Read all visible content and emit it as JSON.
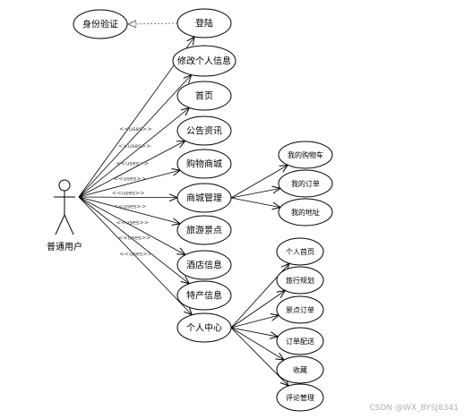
{
  "actor": {
    "label": "普通用户"
  },
  "identity": {
    "label": "身份验证"
  },
  "stereotype": "<<uses>>",
  "main_use_cases": [
    {
      "id": "login",
      "label": "登陆"
    },
    {
      "id": "profile",
      "label": "修改个人信息"
    },
    {
      "id": "home",
      "label": "首页"
    },
    {
      "id": "notice",
      "label": "公告资讯"
    },
    {
      "id": "mall",
      "label": "购物商城"
    },
    {
      "id": "mallmgr",
      "label": "商城管理"
    },
    {
      "id": "scenic",
      "label": "旅游景点"
    },
    {
      "id": "hotel",
      "label": "酒店信息"
    },
    {
      "id": "specialty",
      "label": "特产信息"
    },
    {
      "id": "center",
      "label": "个人中心"
    }
  ],
  "mall_sub": [
    {
      "id": "cart",
      "label": "我的购物车"
    },
    {
      "id": "orders",
      "label": "我的订单"
    },
    {
      "id": "address",
      "label": "我的地址"
    }
  ],
  "center_sub": [
    {
      "id": "homepage",
      "label": "个人首页"
    },
    {
      "id": "plan",
      "label": "旅行规划"
    },
    {
      "id": "scenicorder",
      "label": "景点订单"
    },
    {
      "id": "delivery",
      "label": "订单配送"
    },
    {
      "id": "fav",
      "label": "收藏"
    },
    {
      "id": "review",
      "label": "评论管理"
    }
  ],
  "watermark": "CSDN @WX_BYSJ8341",
  "colors": {
    "line": "#000000",
    "dashed": "#666666",
    "fill": "#ffffff"
  }
}
